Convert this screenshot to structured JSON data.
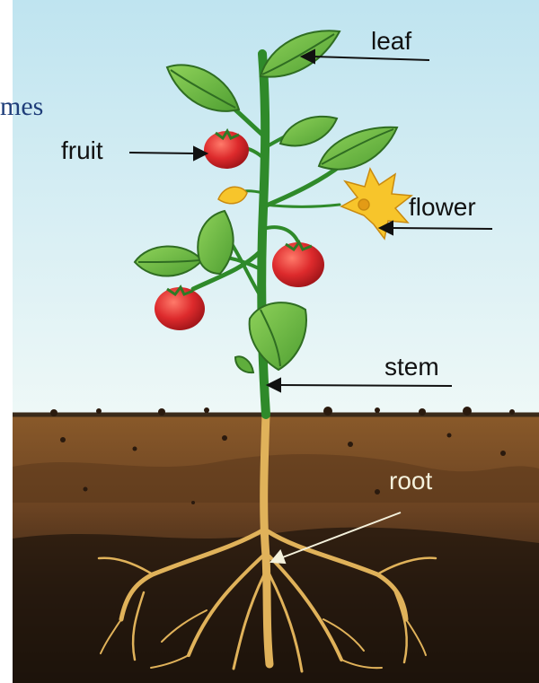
{
  "caption_fragment": "mes",
  "labels": {
    "leaf": "leaf",
    "fruit": "fruit",
    "flower": "flower",
    "stem": "stem",
    "root": "root"
  },
  "colors": {
    "sky_top": "#bfe4f0",
    "sky_bottom": "#eef8f7",
    "leaf": "#6fbe44",
    "leaf_dark": "#2f7a25",
    "stem": "#2f8a2a",
    "fruit": "#d8232a",
    "flower": "#f7c52b",
    "root": "#e0b25a",
    "soil_top": "#8a5a2a",
    "soil_bottom": "#241710",
    "caption_text": "#1f3e7a"
  }
}
